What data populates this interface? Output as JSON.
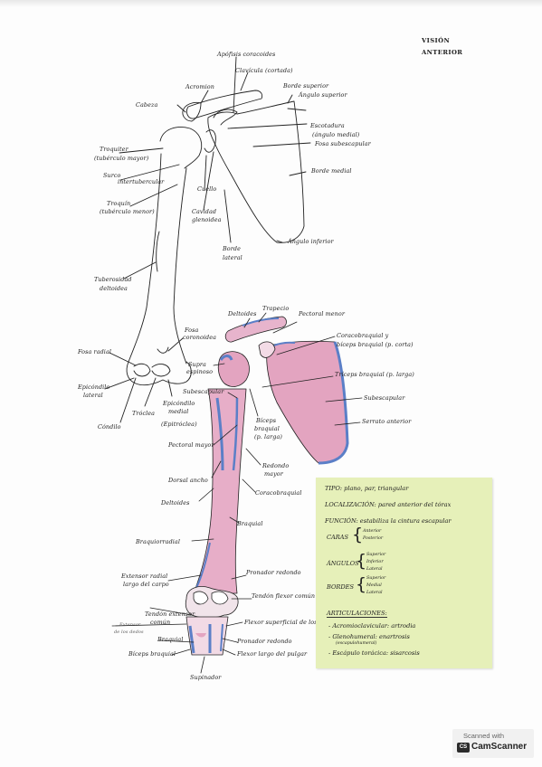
{
  "view": {
    "line1": "VISIÓN",
    "line2": "ANTERIOR"
  },
  "top_labels": {
    "apofisis": "Apófisis coracoides",
    "clavicula": "Clavícula (cortada)",
    "acromion": "Acromion",
    "borde_superior": "Borde superior",
    "cabeza": "Cabeza",
    "angulo_superior": "Ángulo superior",
    "escotadura": "Escotadura",
    "angulo_medial": "(ángulo medial)",
    "fosa_subescapular": "Fosa subescapular",
    "troquiter": "Troquiter",
    "tuberculo_mayor": "(tubérculo mayor)",
    "borde_medial": "Borde medial",
    "surco": "Surco",
    "intertubercular": "intertubercular",
    "cuello": "Cuello",
    "troquin": "Troquín",
    "tuberculo_menor": "(tubérculo menor)",
    "cavidad": "Cavidad",
    "glenoidea": "glenoidea",
    "angulo_inferior": "Ángulo inferior",
    "borde_lateral_1": "Borde",
    "borde_lateral_2": "lateral",
    "tuberosidad_1": "Tuberosidad",
    "tuberosidad_2": "deltoidea",
    "fosa_coronoidea_1": "Fosa",
    "fosa_coronoidea_2": "coronoidea",
    "fosa_radial": "Fosa radial",
    "epicondilo_lat_1": "Epicóndilo",
    "epicondilo_lat_2": "lateral",
    "troclea": "Tróclea",
    "condilo": "Cóndilo",
    "epicondilo_med_1": "Epicóndilo",
    "epicondilo_med_2": "medial",
    "epitroclea": "(Epitróclea)"
  },
  "muscle_labels": {
    "deltoides_top": "Deltoides",
    "trapecio": "Trapecio",
    "pectoral_menor": "Pectoral menor",
    "coracobraquial_1": "Coracobraquial y",
    "coracobraquial_2": "bíceps braquial (p. corta)",
    "supraespinoso_1": "Supra",
    "supraespinoso_2": "espinoso",
    "triceps": "Tríceps braquial (p. larga)",
    "subescapular_small": "Subescapular",
    "subescapular_big": "Subescapular",
    "biceps_larga_1": "Bíceps",
    "biceps_larga_2": "braquial",
    "biceps_larga_3": "(p. larga)",
    "serrato": "Serrato anterior",
    "pectoral_mayor": "Pectoral mayor",
    "redondo_mayor_1": "Redondo",
    "redondo_mayor_2": "mayor",
    "dorsal_ancho": "Dorsal ancho",
    "deltoides_mid": "Deltoides",
    "coracobraquial": "Coracobraquial",
    "braquial": "Braquial",
    "braquiorradial": "Braquiorradial",
    "extensor_1": "Extensor radial",
    "extensor_2": "largo del carpo",
    "pronador_redondo_1": "Pronador redondo",
    "tendon_flexor": "Tendón flexor común",
    "tendon_extensor_1": "Tendón extensor",
    "tendon_extensor_2": "común",
    "extensor_dedos_1": "Extensor",
    "extensor_dedos_2": "de los dedos",
    "flexor_superficial": "Flexor superficial de los",
    "braquial_low": "Braquial",
    "pronador_redondo_2": "Pronador redondo",
    "biceps_low": "Bíceps braquial",
    "flexor_largo": "Flexor largo del pulgar",
    "supinador": "Supinador"
  },
  "note": {
    "tipo": "TIPO: plano, par, triangular",
    "localizacion": "LOCALIZACIÓN: pared anterior del tórax",
    "funcion": "FUNCIÓN: estabiliza la cintura escapular",
    "caras": "CARAS",
    "caras_items": [
      "Anterior",
      "Posterior"
    ],
    "angulos": "ÁNGULOS",
    "angulos_items": [
      "Superior",
      "Inferior",
      "Lateral"
    ],
    "bordes": "BORDES",
    "bordes_items": [
      "Superior",
      "Medial",
      "Lateral"
    ],
    "articulaciones": "ARTICULACIONES:",
    "art1": "- Acromioclavicular: artrodia",
    "art2": "- Glenohumeral: enartrosis",
    "art2_sub": "(escapulohumeral)",
    "art3": "- Escápulo torácica: sisarcosis"
  },
  "badge": {
    "line1": "Scanned with",
    "line2": "CamScanner",
    "logo": "CS"
  },
  "colors": {
    "muscle_pink": "#e3a4c0",
    "muscle_blue": "#5b7fc7",
    "note_bg": "#e6f0b9"
  }
}
